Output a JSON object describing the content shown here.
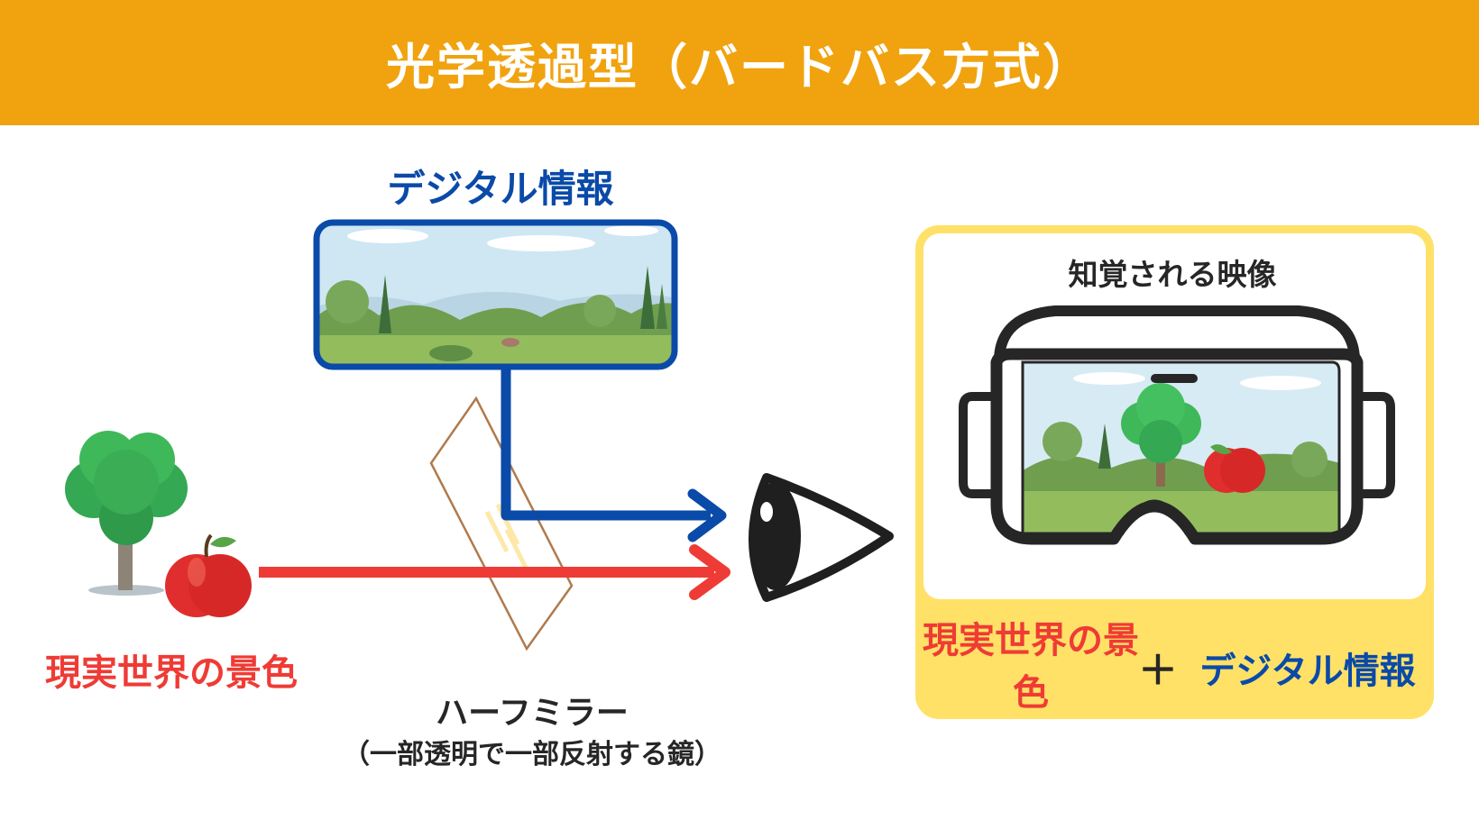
{
  "header": {
    "title": "光学透過型（バードバス方式）"
  },
  "left": {
    "digital_label": "デジタル情報",
    "real_label": "現実世界の景色",
    "mirror_title": "ハーフミラー",
    "mirror_subtitle": "（一部透明で一部反射する鏡）"
  },
  "right": {
    "title": "知覚される映像",
    "real_text": "現実世界の景色",
    "plus": "＋",
    "digital_text": "デジタル情報"
  },
  "colors": {
    "header": "#f0a30f",
    "digital_blue": "#0a4aa8",
    "real_red": "#ef3b35",
    "panel_yellow": "#ffe167",
    "mirror_brown": "#b07a4c"
  },
  "icons": [
    "landscape-image",
    "tree-icon",
    "apple-icon",
    "eye-icon",
    "vr-goggles-icon",
    "half-mirror-icon"
  ]
}
